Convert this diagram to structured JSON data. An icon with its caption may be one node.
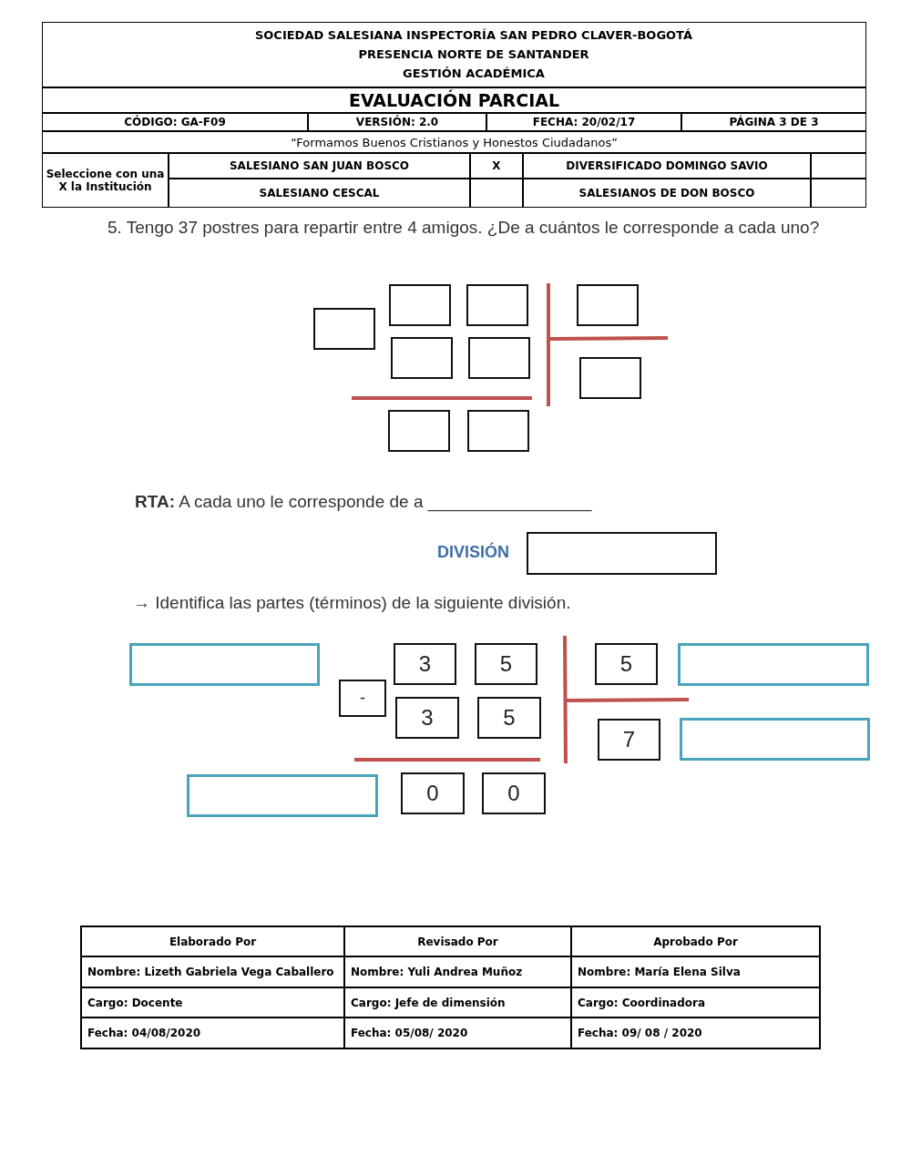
{
  "diagram": {
    "nodes": [
      {
        "text": [],
        "shape": "box"
      },
      {
        "text": [],
        "shape": "box"
      },
      {
        "text": [],
        "shape": "box"
      },
      {
        "text": [],
        "shape": "box"
      },
      {
        "text": [],
        "shape": "box"
      },
      {
        "text": [],
        "shape": "box"
      },
      {
        "text": [],
        "shape": "box"
      },
      {
        "text": [],
        "shape": "box"
      },
      {
        "text": [],
        "shape": "box"
      },
      {
        "text": [],
        "shape": "box"
      },
      {
        "text": [],
        "shape": "box"
      },
      {
        "text": [
          "3"
        ]
      },
      {
        "text": [
          "5"
        ]
      },
      {
        "text": [
          "5"
        ]
      },
      {
        "text": [],
        "shape": "box"
      },
      {
        "text": [
          "-"
        ]
      },
      {
        "text": [
          "3"
        ]
      },
      {
        "text": [
          "5"
        ]
      },
      {
        "text": [
          "7"
        ]
      },
      {
        "text": [],
        "shape": "box"
      },
      {
        "text": [],
        "shape": "box"
      },
      {
        "text": [
          "0"
        ]
      },
      {
        "text": [
          "0"
        ]
      }
    ],
    "labels": [
      "SOCIEDAD SALESIANA INSPECTORÍA SAN PEDRO CLAVER-BOGOTÁ",
      "PRESENCIA NORTE DE SANTANDER",
      "GESTIÓN ACADÉMICA",
      "EVALUACIÓN PARCIAL",
      "CÓDIGO: GA-F09",
      "VERSIÓN: 2.0",
      "FECHA: 20/02/17",
      "PÁGINA 3 DE 3",
      "“Formamos Buenos Cristianos y Honestos Ciudadanos”",
      "Seleccione con una X la Institución",
      "SALESIANO SAN JUAN BOSCO",
      "X",
      "DIVERSIFICADO DOMINGO SAVIO",
      "SALESIANO CESCAL",
      "SALESIANOS DE DON BOSCO",
      "5.  Tengo 37 postres para repartir entre 4 amigos. ¿De a cuántos le corresponde a cada uno?",
      "**RTA:** A cada uno le corresponde de a _________________",
      "DIVISIÓN",
      "→  Identifica las partes (términos) de la siguiente división.",
      "Elaborado Por",
      "Revisado Por",
      "Aprobado Por",
      "Nombre:  Lizeth Gabriela Vega Caballero",
      "Nombre: Yuli Andrea Muñoz",
      "Nombre: María Elena Silva",
      "Cargo: Docente",
      "Cargo: Jefe de dimensión",
      "Cargo: Coordinadora",
      "Fecha: 04/08/2020",
      "Fecha:  05/08/ 2020",
      "Fecha:   09/ 08 / 2020"
    ]
  }
}
